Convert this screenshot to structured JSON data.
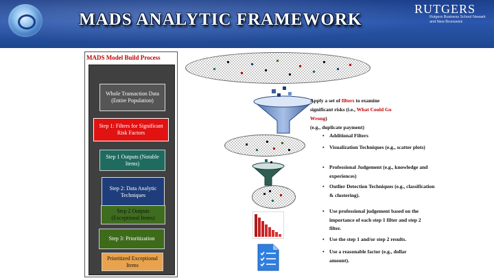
{
  "header": {
    "title": "MADS ANALYTIC FRAMEWORK",
    "org_name": "RUTGERS",
    "org_sub": "Rutgers Business School Newark and New Brunswick"
  },
  "panel": {
    "title": "MADS Model Build Process",
    "whole": "Whole Transaction Data (Entire Population)",
    "step1": "Step 1: Filters for Significant Risk Factors",
    "out1": "Step 1 Outputs (Notable Items)",
    "step2": "Step 2: Data Analytic Techniques",
    "out2": "Step 2 Outputs (Exceptional Items)",
    "step3": "Step 3: Prioritization",
    "prior": "Prioritized Exceptional Items"
  },
  "filters_text": {
    "line1_a": "Apply a set of ",
    "line1_b": "filters",
    "line1_c": " to examine",
    "line2_a": "significant risks (i.e., ",
    "line2_b": "What Could Go",
    "line3_a": "Wrong",
    "line3_b": ")",
    "line4": "(e.g., duplicate payment)",
    "bullet1": "Additional Filters"
  },
  "techniques": [
    "Visualization Techniques (e.g., scatter plots)",
    "Professional Judgement (e.g., knowledge and experiences)",
    "Outlier Detection Techniques (e.g., classification & clustering)."
  ],
  "priority_bullets": [
    "Use professional judgement based on the importance of each step 1 filter and step 2 filter.",
    "Use the step 1 and/or step 2 results.",
    "Use a reasonable factor (e.g., dollar amount)."
  ],
  "colors": {
    "header_blue": "#2a56ad",
    "step1_red": "#e01212",
    "output_teal": "#1f6b5f",
    "step2_navy": "#1f3d7a",
    "step3_green": "#3d6b1a",
    "priority_orange": "#e9a34d",
    "accent_red": "#c00000"
  },
  "icons": {
    "logo": "swirl-logo-icon",
    "funnel_blue": "funnel-icon",
    "funnel_green": "funnel-icon",
    "bar_chart": "bar-chart-icon",
    "document": "checklist-document-icon"
  }
}
